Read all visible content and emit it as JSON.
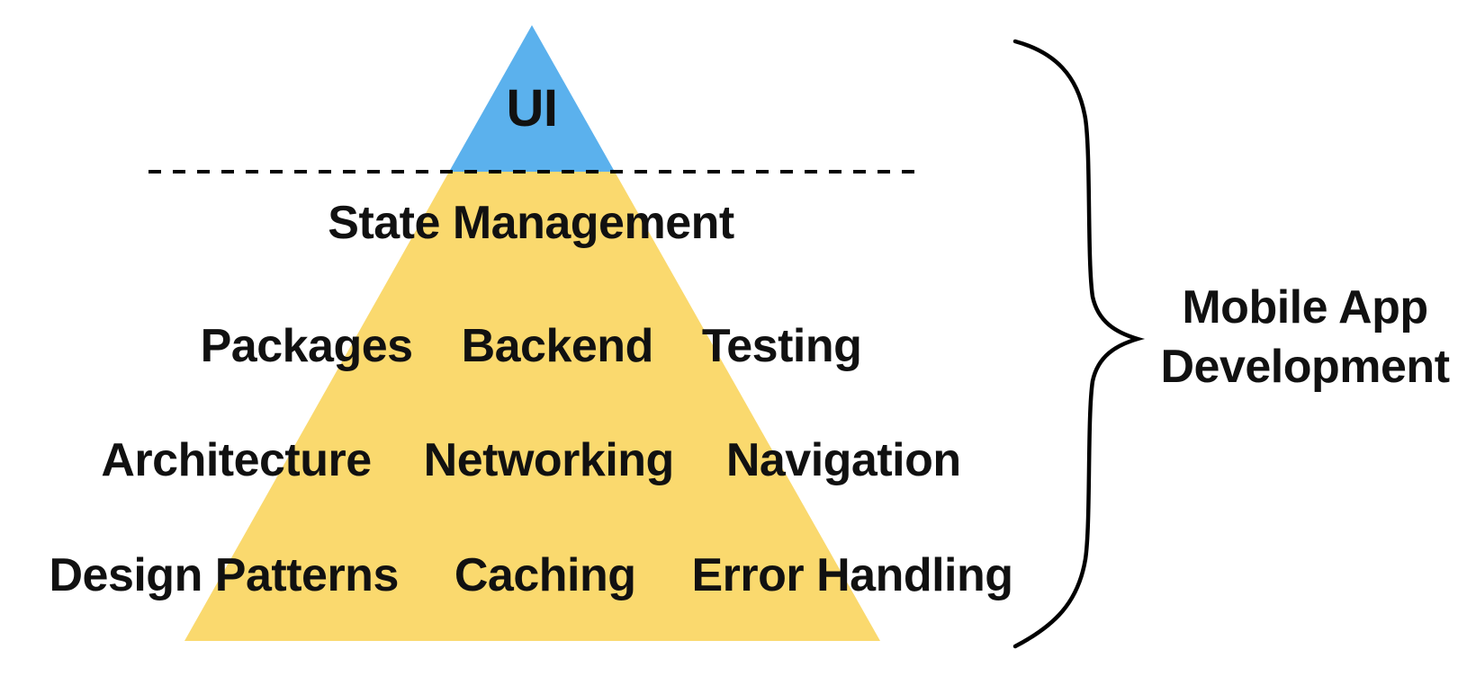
{
  "colors": {
    "blue": "#5BB1ED",
    "yellow": "#FAD96E",
    "text": "#111111",
    "line": "#000000"
  },
  "pyramid": {
    "top_label": "UI",
    "tiers": [
      {
        "items": [
          "State Management"
        ]
      },
      {
        "items": [
          "Packages",
          "Backend",
          "Testing"
        ]
      },
      {
        "items": [
          "Architecture",
          "Networking",
          "Navigation"
        ]
      },
      {
        "items": [
          "Design Patterns",
          "Caching",
          "Error Handling"
        ]
      }
    ]
  },
  "brace_label": {
    "line1": "Mobile App",
    "line2": "Development"
  }
}
